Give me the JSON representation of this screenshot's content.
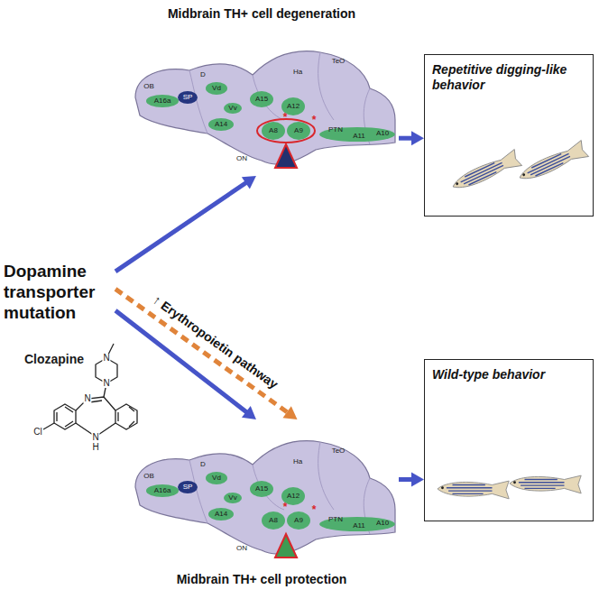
{
  "diagram": {
    "nodes": [
      {
        "text": [
          "Dopamine transporter mutation"
        ]
      },
      {
        "text": [
          "Midbrain TH+ cell degeneration"
        ]
      },
      {
        "text": [
          "Repetitive digging-like behavior"
        ]
      },
      {
        "text": [
          "Midbrain TH+ cell protection"
        ]
      },
      {
        "text": [
          "Wild-type behavior"
        ]
      }
    ],
    "edges": [
      {
        "from": 0,
        "to": 1,
        "arrow": "to"
      },
      {
        "from": 0,
        "to": 3,
        "arrow": "to"
      },
      {
        "from": 0,
        "to": 3,
        "arrow": "to",
        "label": "↑ Erythropoietin pathway"
      },
      {
        "from": 1,
        "to": 2,
        "arrow": "to"
      },
      {
        "from": 3,
        "to": 4,
        "arrow": "to"
      }
    ],
    "labels": [
      "Clozapine",
      "N",
      "N",
      "N",
      "Cl",
      "N",
      "H",
      "OB",
      "A16a",
      "D",
      "Vd",
      "SP",
      "Vv",
      "A15",
      "A14",
      "A12",
      "A8",
      "A9",
      "*",
      "*",
      "PTN",
      "A11",
      "A10",
      "Ha",
      "TeO",
      "ON",
      "OB",
      "A16a",
      "D",
      "Vd",
      "SP",
      "Vv",
      "A15",
      "A14",
      "A12",
      "A8",
      "A9",
      "*",
      "*",
      "PTN",
      "A11",
      "A10",
      "Ha",
      "TeO",
      "ON"
    ]
  }
}
